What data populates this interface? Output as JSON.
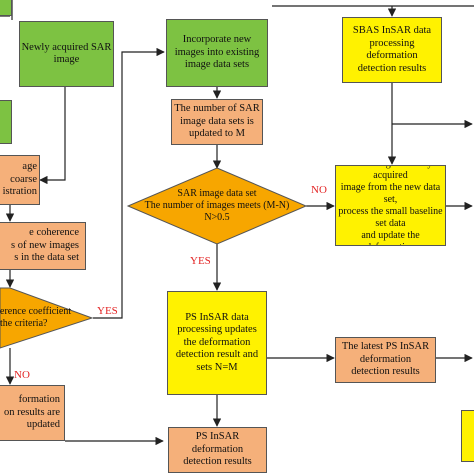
{
  "nodes": {
    "newly_acquired": "Newly acquired SAR\nimage",
    "incorporate": "Incorporate new\nimages into existing\nimage data sets",
    "sbas_processing": "SBAS InSAR data\nprocessing\ndeformation\ndetection results",
    "count_update": "The number of SAR\nimage data sets is\nupdated to M",
    "coarse_registration": "age coarse\nistration",
    "coherence_calc": "e coherence\ns of new images\ns in the data set",
    "decision_right": "SAR image data set\nThe number of images meets (M-N)\nN>0.5",
    "small_baseline": "Take the small baseline set\ncontaining the newly acquired\nimage from the new data set,\nprocess the small baseline set data\nand update the deformation\ndetection results",
    "decision_left": "erence coefficient\nthe criteria?",
    "ps_processing": "PS InSAR data\nprocessing updates\nthe deformation\ndetection result and\nsets N=M",
    "latest_ps": "The latest PS InSAR\ndeformation\ndetection results",
    "deformation_left": "formation\non results are\nupdated",
    "ps_results": "PS InSAR\ndeformation\ndetection results"
  },
  "edge_labels": {
    "no_right": "NO",
    "yes_down": "YES",
    "yes_left": "YES",
    "no_left": "NO"
  },
  "colors": {
    "process": "#7dc242",
    "step": "#f5b07a",
    "decision": "#f7a600",
    "result": "#fff200",
    "label": "#e32626"
  }
}
